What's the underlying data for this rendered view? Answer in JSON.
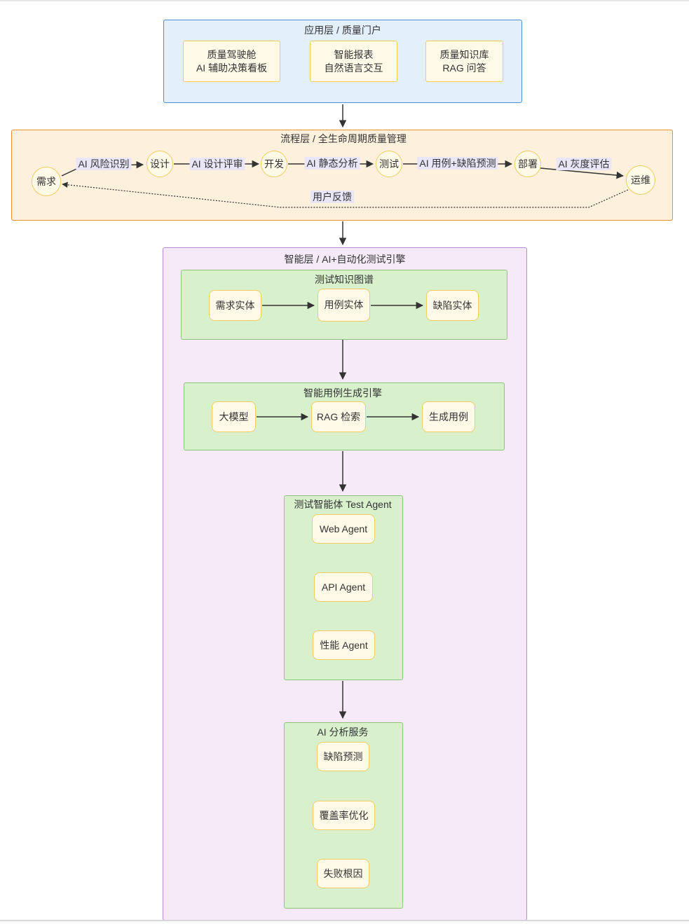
{
  "diagram": {
    "application_layer": {
      "title": "应用层 / 质量门户",
      "nodes": [
        {
          "l1": "质量驾驶舱",
          "l2": "AI 辅助决策看板"
        },
        {
          "l1": "智能报表",
          "l2": "自然语言交互"
        },
        {
          "l1": "质量知识库",
          "l2": "RAG 问答"
        }
      ]
    },
    "process_layer": {
      "title": "流程层 / 全生命周期质量管理",
      "stages": [
        "需求",
        "设计",
        "开发",
        "测试",
        "部署",
        "运维"
      ],
      "edges": [
        "AI 风险识别",
        "AI 设计评审",
        "AI 静态分析",
        "AI 用例+缺陷预测",
        "AI 灰度评估"
      ],
      "feedback_label": "用户反馈"
    },
    "intelligence_layer": {
      "title": "智能层 / AI+自动化测试引擎",
      "knowledge_graph": {
        "title": "测试知识图谱",
        "nodes": [
          "需求实体",
          "用例实体",
          "缺陷实体"
        ]
      },
      "case_generation": {
        "title": "智能用例生成引擎",
        "nodes": [
          "大模型",
          "RAG 检索",
          "生成用例"
        ]
      },
      "test_agent": {
        "title": "测试智能体 Test Agent",
        "nodes": [
          "Web Agent",
          "API Agent",
          "性能 Agent"
        ]
      },
      "ai_analysis": {
        "title": "AI 分析服务",
        "nodes": [
          "缺陷预测",
          "覆盖率优化",
          "失败根因"
        ]
      }
    },
    "colors": {
      "application_fill": "#e3effb",
      "application_border": "#4e8fd1",
      "process_fill": "#fdf1dd",
      "process_border": "#eb902f",
      "intelligence_fill": "#f6e9f8",
      "intelligence_border": "#bb86d8",
      "module_fill": "#d9f0cd",
      "module_border": "#8cc47d",
      "node_fill": "#fff9e8",
      "node_border": "#f3cd5f",
      "edge_label_bg": "#e9e6f8",
      "line": "#333333",
      "text": "#333333"
    }
  }
}
